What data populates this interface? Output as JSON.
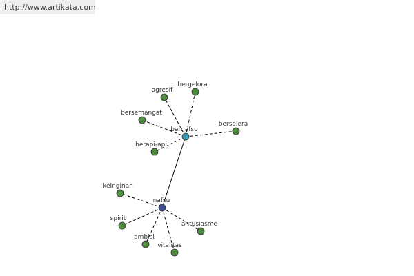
{
  "source_url": "http://www.artikata.com",
  "colors": {
    "background": "#ffffff",
    "leaf_node": "#4e8a3e",
    "hub_primary": "#3d4f8f",
    "hub_secondary": "#3aa0b5",
    "edge": "#000000",
    "node_outline": "#2a2a2a"
  },
  "graph": {
    "nodes": [
      {
        "id": "nafsu",
        "label": "nafsu",
        "kind": "hub_primary"
      },
      {
        "id": "bernafsu",
        "label": "bernafsu",
        "kind": "hub_secondary"
      },
      {
        "id": "agresif",
        "label": "agresif",
        "kind": "leaf"
      },
      {
        "id": "bergelora",
        "label": "bergelora",
        "kind": "leaf"
      },
      {
        "id": "bersemangat",
        "label": "bersemangat",
        "kind": "leaf"
      },
      {
        "id": "berselera",
        "label": "berselera",
        "kind": "leaf"
      },
      {
        "id": "berapi-api",
        "label": "berapi-api",
        "kind": "leaf"
      },
      {
        "id": "keinginan",
        "label": "keinginan",
        "kind": "leaf"
      },
      {
        "id": "spirit",
        "label": "spirit",
        "kind": "leaf"
      },
      {
        "id": "antusiasme",
        "label": "antusiasme",
        "kind": "leaf"
      },
      {
        "id": "ambisi",
        "label": "ambisi",
        "kind": "leaf"
      },
      {
        "id": "vitalitas",
        "label": "vitalitas",
        "kind": "leaf"
      }
    ],
    "edges": [
      {
        "from": "nafsu",
        "to": "bernafsu",
        "style": "solid"
      },
      {
        "from": "bernafsu",
        "to": "agresif",
        "style": "dashed"
      },
      {
        "from": "bernafsu",
        "to": "bergelora",
        "style": "dashed"
      },
      {
        "from": "bernafsu",
        "to": "bersemangat",
        "style": "dashed"
      },
      {
        "from": "bernafsu",
        "to": "berselera",
        "style": "dashed"
      },
      {
        "from": "bernafsu",
        "to": "berapi-api",
        "style": "dashed"
      },
      {
        "from": "nafsu",
        "to": "keinginan",
        "style": "dashed"
      },
      {
        "from": "nafsu",
        "to": "spirit",
        "style": "dashed"
      },
      {
        "from": "nafsu",
        "to": "antusiasme",
        "style": "dashed"
      },
      {
        "from": "nafsu",
        "to": "ambisi",
        "style": "dashed"
      },
      {
        "from": "nafsu",
        "to": "vitalitas",
        "style": "dashed"
      }
    ]
  }
}
